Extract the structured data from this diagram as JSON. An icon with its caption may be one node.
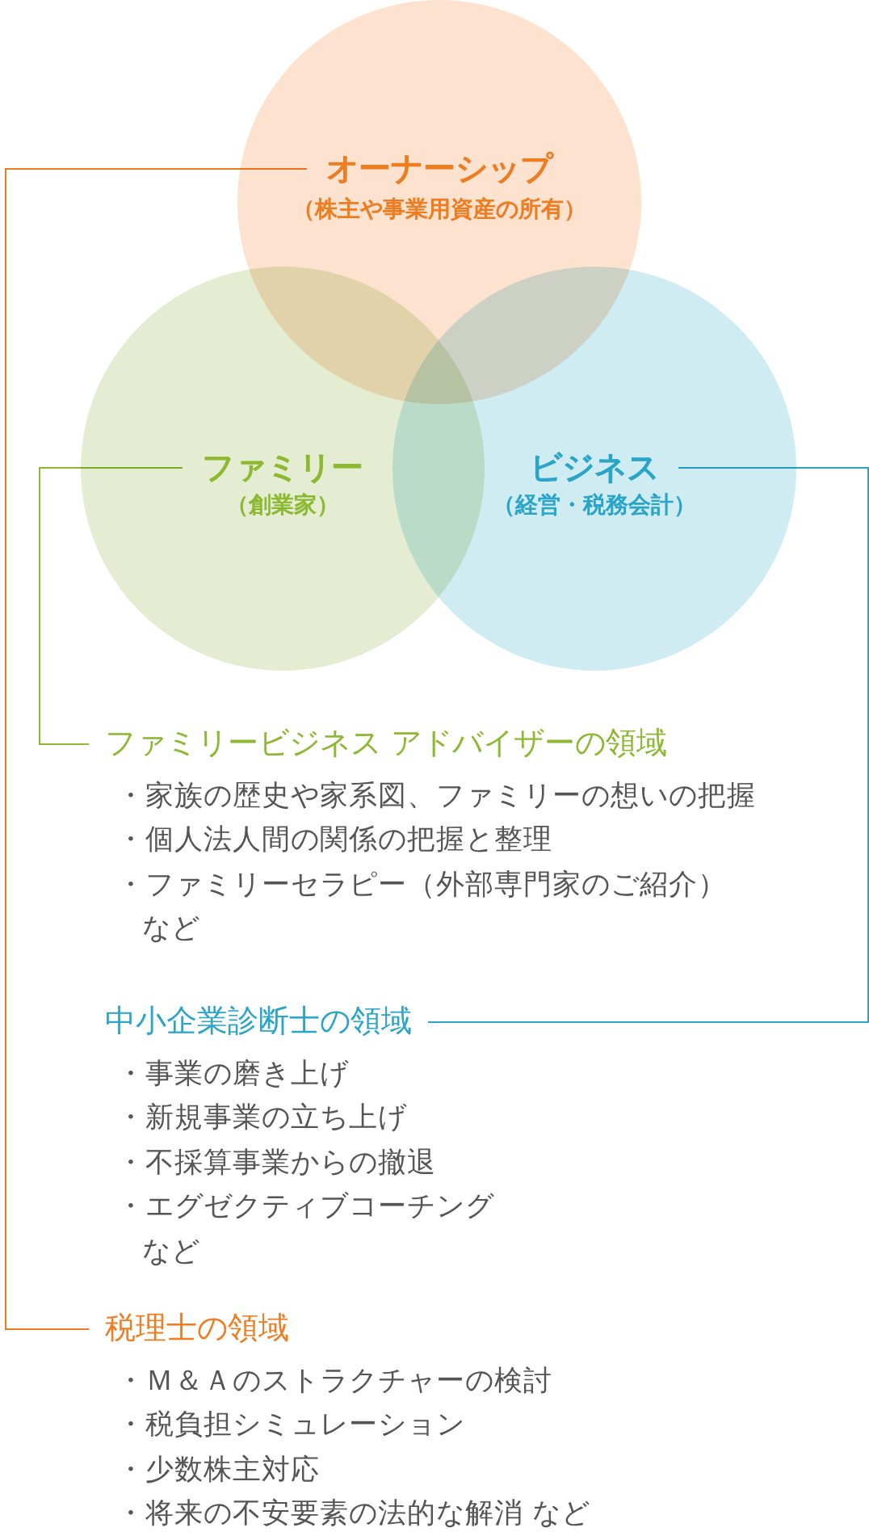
{
  "diagram": {
    "nodes": [
      {
        "text": [
          "オーナーシップ",
          "（株主や事業用資産の所有）"
        ]
      },
      {
        "text": [
          "ファミリー",
          "（創業家）"
        ]
      },
      {
        "text": [
          "ビジネス",
          "（経営・税務会計）"
        ]
      },
      {
        "text": [
          "ファミリービジネス アドバイザーの領域"
        ]
      },
      {
        "text": [
          "中小企業診断士の領域"
        ]
      },
      {
        "text": [
          "税理士の領域"
        ]
      }
    ],
    "edges": [
      {
        "from": 0,
        "to": 5,
        "arrow": "none",
        "color": "#ee7d22"
      },
      {
        "from": 1,
        "to": 3,
        "arrow": "none",
        "color": "#8cb832"
      },
      {
        "from": 2,
        "to": 4,
        "arrow": "none",
        "color": "#2aa5c8"
      }
    ],
    "labels": [
      "・家族の歴史や家系図、ファミリーの想いの把握",
      "・個人法人間の関係の把握と整理",
      "・ファミリーセラピー（外部専門家のご紹介）",
      "など",
      "・事業の磨き上げ",
      "・新規事業の立ち上げ",
      "・不採算事業からの撤退",
      "・エグゼクティブコーチング",
      "など",
      "・Ｍ＆Ａのストラクチャーの検討",
      "・税負担シミュレーション",
      "・少数株主対応",
      "・将来の不安要素の法的な解消 など"
    ]
  }
}
